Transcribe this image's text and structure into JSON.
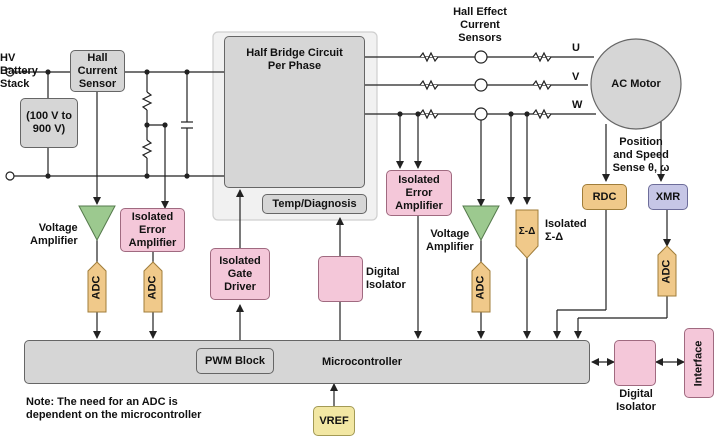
{
  "labels": {
    "hv_battery": [
      "HV",
      "Battery",
      "Stack"
    ],
    "battery_range": [
      "(100 V to",
      "900 V)"
    ],
    "hall_sensor": [
      "Hall",
      "Current",
      "Sensor"
    ],
    "hall_effect": [
      "Hall Effect",
      "Current",
      "Sensors"
    ],
    "half_bridge": [
      "Half Bridge Circuit",
      "Per Phase"
    ],
    "temp_diag": "Temp/Diagnosis",
    "ac_motor": "AC Motor",
    "phase_u": "U",
    "phase_v": "V",
    "phase_w": "W",
    "position_speed": [
      "Position",
      "and Speed",
      "Sense θ, ω"
    ],
    "rdc": "RDC",
    "xmr": "XMR",
    "voltage_amp_left": [
      "Voltage",
      "Amplifier"
    ],
    "voltage_amp_right": [
      "Voltage",
      "Amplifier"
    ],
    "iso_err_left": [
      "Isolated",
      "Error",
      "Amplifier"
    ],
    "iso_err_right": [
      "Isolated",
      "Error",
      "Amplifier"
    ],
    "iso_gate": [
      "Isolated",
      "Gate",
      "Driver"
    ],
    "digital_isolator_top": [
      "Digital",
      "Isolator"
    ],
    "digital_isolator_bottom": [
      "Digital",
      "Isolator"
    ],
    "sigma_delta_symbol": "Σ-Δ",
    "isolated_sigma_delta": [
      "Isolated",
      "Σ-Δ"
    ],
    "adc": "ADC",
    "pwm_block": "PWM Block",
    "microcontroller": "Microcontroller",
    "interface": "Interface",
    "vref": "VREF",
    "note": [
      "Note: The need for an ADC is",
      "dependent on the microcontroller"
    ]
  }
}
